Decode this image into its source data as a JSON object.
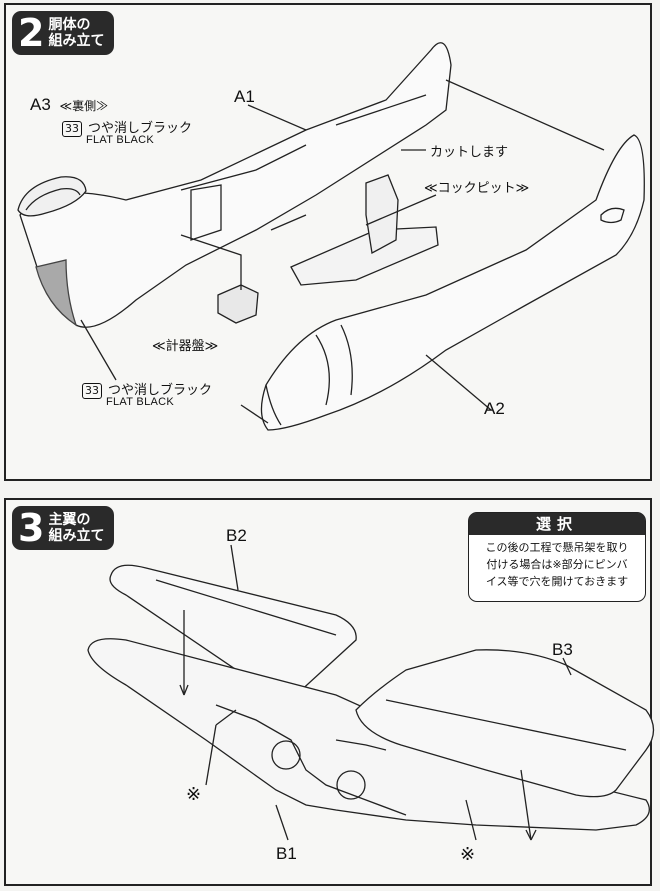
{
  "step2": {
    "number": "2",
    "title_line1": "胴体の",
    "title_line2": "組み立て",
    "labels": {
      "a3": "A3",
      "a3_note": "≪裏側≫",
      "a1": "A1",
      "a2": "A2",
      "cut": "カットします",
      "cockpit": "≪コックピット≫",
      "instrument": "≪計器盤≫"
    },
    "paint_top": {
      "number": "33",
      "name": "つや消しブラック",
      "en": "FLAT BLACK"
    },
    "paint_bottom": {
      "number": "33",
      "name": "つや消しブラック",
      "en": "FLAT BLACK"
    }
  },
  "step3": {
    "number": "3",
    "title_line1": "主翼の",
    "title_line2": "組み立て",
    "labels": {
      "b1": "B1",
      "b2": "B2",
      "b3": "B3",
      "mark_left": "※",
      "mark_right": "※"
    },
    "selection": {
      "title": "選択",
      "line1": "この後の工程で懸吊架を取り",
      "line2": "付ける場合は※部分にピンバ",
      "line3": "イス等で穴を開けておきます"
    }
  }
}
